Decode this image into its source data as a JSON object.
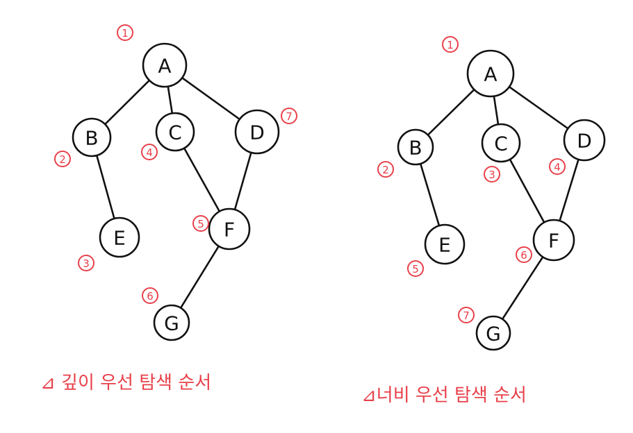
{
  "accent_color": "#e8404a",
  "ink_color": "#111111",
  "diagrams": [
    {
      "id": "dfs",
      "caption": "⊿ 깊이 우선 탐색 순서",
      "nodes": [
        {
          "id": "A",
          "label": "A",
          "order": "1"
        },
        {
          "id": "B",
          "label": "B",
          "order": "2"
        },
        {
          "id": "C",
          "label": "C",
          "order": "4"
        },
        {
          "id": "D",
          "label": "D",
          "order": "7"
        },
        {
          "id": "E",
          "label": "E",
          "order": "3"
        },
        {
          "id": "F",
          "label": "F",
          "order": "5"
        },
        {
          "id": "G",
          "label": "G",
          "order": "6"
        }
      ],
      "edges": [
        [
          "A",
          "B"
        ],
        [
          "A",
          "C"
        ],
        [
          "A",
          "D"
        ],
        [
          "B",
          "E"
        ],
        [
          "C",
          "F"
        ],
        [
          "D",
          "F"
        ],
        [
          "F",
          "G"
        ]
      ]
    },
    {
      "id": "bfs",
      "caption": "⊿너비 우선 탐색 순서",
      "nodes": [
        {
          "id": "A",
          "label": "A",
          "order": "1"
        },
        {
          "id": "B",
          "label": "B",
          "order": "2"
        },
        {
          "id": "C",
          "label": "C",
          "order": "3"
        },
        {
          "id": "D",
          "label": "D",
          "order": "4"
        },
        {
          "id": "E",
          "label": "E",
          "order": "5"
        },
        {
          "id": "F",
          "label": "F",
          "order": "6"
        },
        {
          "id": "G",
          "label": "G",
          "order": "7"
        }
      ],
      "edges": [
        [
          "A",
          "B"
        ],
        [
          "A",
          "C"
        ],
        [
          "A",
          "D"
        ],
        [
          "B",
          "E"
        ],
        [
          "C",
          "F"
        ],
        [
          "D",
          "F"
        ],
        [
          "F",
          "G"
        ]
      ]
    }
  ]
}
